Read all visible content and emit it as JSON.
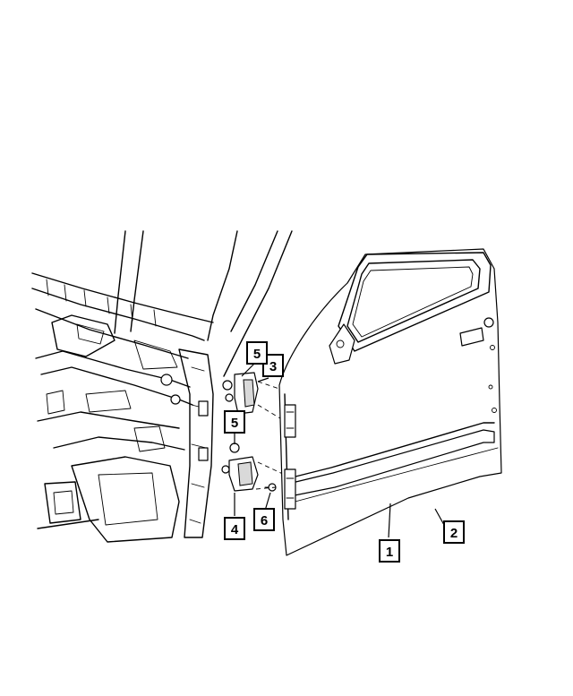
{
  "diagram": {
    "callouts": [
      {
        "id": "c1",
        "label": "1"
      },
      {
        "id": "c2",
        "label": "2"
      },
      {
        "id": "c3",
        "label": "3"
      },
      {
        "id": "c4",
        "label": "4"
      },
      {
        "id": "c5a",
        "label": "5"
      },
      {
        "id": "c5b",
        "label": "5"
      },
      {
        "id": "c6",
        "label": "6"
      }
    ]
  }
}
